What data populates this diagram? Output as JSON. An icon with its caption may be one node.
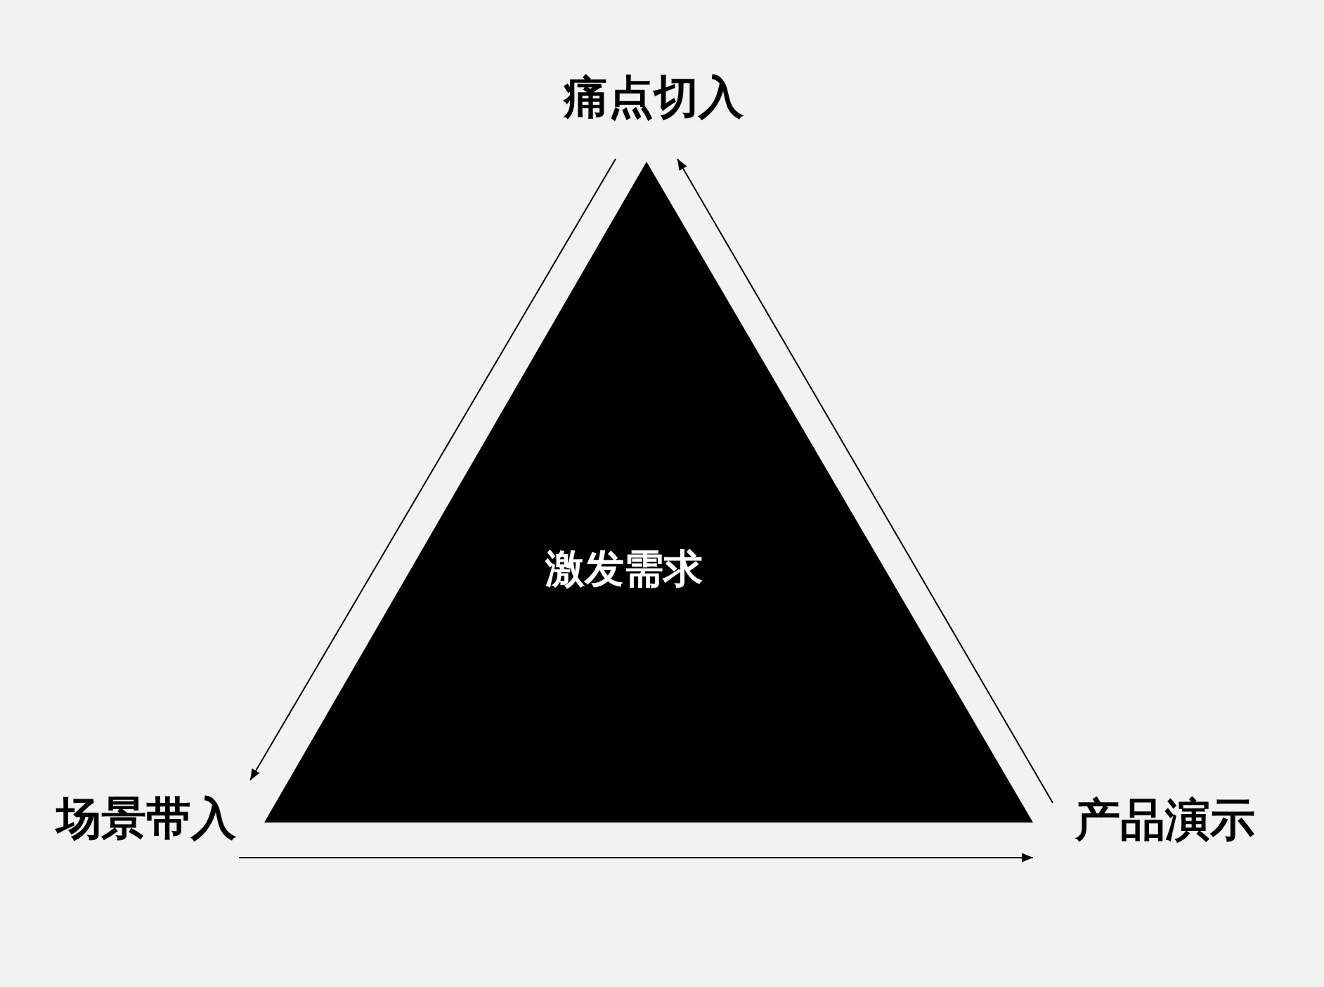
{
  "diagram": {
    "nodes": [
      {
        "text": [
          "痛点切入"
        ]
      },
      {
        "text": [
          "产品演示"
        ]
      },
      {
        "text": [
          "场景带入"
        ]
      },
      {
        "text": [
          "激发需求"
        ]
      }
    ],
    "edges": [
      {
        "from": 0,
        "to": 2,
        "arrow": "to"
      },
      {
        "from": 2,
        "to": 1,
        "arrow": "to"
      },
      {
        "from": 1,
        "to": 0,
        "arrow": "to"
      }
    ]
  }
}
